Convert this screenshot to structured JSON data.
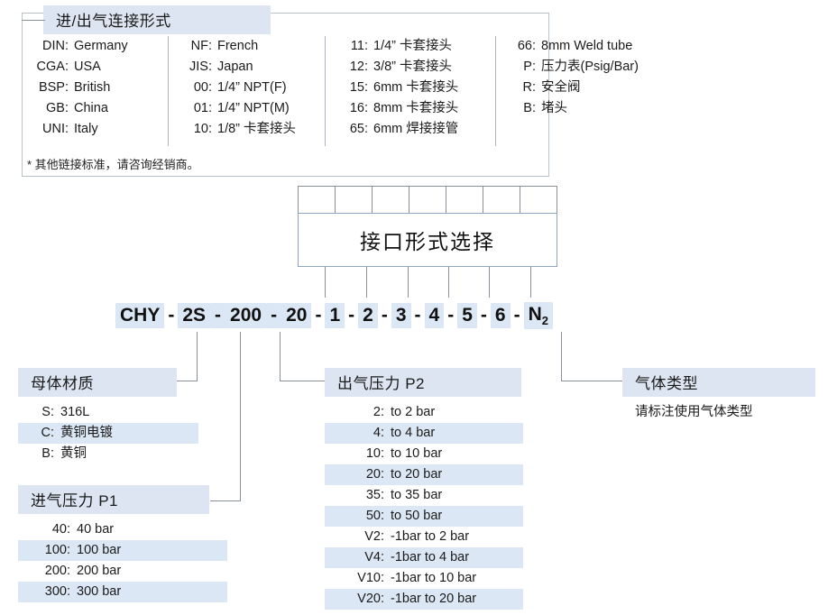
{
  "top_panel": {
    "title": "进/出气连接形式",
    "note": "* 其他链接标准，请咨询经销商。",
    "columns": [
      {
        "rows": [
          {
            "code": "DIN:",
            "desc": "Germany"
          },
          {
            "code": "CGA:",
            "desc": "USA"
          },
          {
            "code": "BSP:",
            "desc": "British"
          },
          {
            "code": "GB:",
            "desc": "China"
          },
          {
            "code": "UNI:",
            "desc": "Italy"
          }
        ]
      },
      {
        "rows": [
          {
            "code": "NF:",
            "desc": "French"
          },
          {
            "code": "JIS:",
            "desc": "Japan"
          },
          {
            "code": "00:",
            "desc": "1/4” NPT(F)"
          },
          {
            "code": "01:",
            "desc": "1/4” NPT(M)"
          },
          {
            "code": "10:",
            "desc": "1/8” 卡套接头"
          }
        ]
      },
      {
        "rows": [
          {
            "code": "11:",
            "desc": "1/4” 卡套接头"
          },
          {
            "code": "12:",
            "desc": "3/8” 卡套接头"
          },
          {
            "code": "15:",
            "desc": "6mm 卡套接头"
          },
          {
            "code": "16:",
            "desc": "8mm 卡套接头"
          },
          {
            "code": "65:",
            "desc": "6mm 焊接接管"
          }
        ]
      },
      {
        "rows": [
          {
            "code": "66:",
            "desc": "8mm Weld tube"
          },
          {
            "code": "P:",
            "desc": "压力表(Psig/Bar)"
          },
          {
            "code": "R:",
            "desc": "安全阀"
          },
          {
            "code": "B:",
            "desc": "堵头"
          }
        ]
      }
    ]
  },
  "center_box": {
    "label": "接口形式选择"
  },
  "model_code": {
    "segments": [
      {
        "text": "CHY",
        "highlight": true
      },
      {
        "text": "-",
        "highlight": false
      },
      {
        "text": "2S",
        "highlight": true
      },
      {
        "text": "-",
        "highlight": false
      },
      {
        "text": "200",
        "highlight": true
      },
      {
        "text": "-",
        "highlight": false
      },
      {
        "text": "20",
        "highlight": true
      },
      {
        "text": "-",
        "highlight": false
      },
      {
        "text": "1",
        "highlight": true
      },
      {
        "text": "-",
        "highlight": false
      },
      {
        "text": "2",
        "highlight": true
      },
      {
        "text": "-",
        "highlight": false
      },
      {
        "text": "3",
        "highlight": true
      },
      {
        "text": "-",
        "highlight": false
      },
      {
        "text": "4",
        "highlight": true
      },
      {
        "text": "-",
        "highlight": false
      },
      {
        "text": "5",
        "highlight": true
      },
      {
        "text": "-",
        "highlight": false
      },
      {
        "text": "6",
        "highlight": true
      },
      {
        "text": "-",
        "highlight": false
      },
      {
        "text": "N",
        "highlight": true,
        "sub": "2"
      }
    ]
  },
  "body_material": {
    "title": "母体材质",
    "items": [
      {
        "code": "S:",
        "desc": "316L"
      },
      {
        "code": "C:",
        "desc": "黄铜电镀"
      },
      {
        "code": "B:",
        "desc": "黄铜"
      }
    ]
  },
  "inlet_pressure": {
    "title": "进气压力 P1",
    "items": [
      {
        "code": "40:",
        "desc": "40 bar"
      },
      {
        "code": "100:",
        "desc": "100 bar"
      },
      {
        "code": "200:",
        "desc": "200 bar"
      },
      {
        "code": "300:",
        "desc": "300 bar"
      }
    ]
  },
  "outlet_pressure": {
    "title": "出气压力 P2",
    "items": [
      {
        "code": "2:",
        "desc": "to 2 bar"
      },
      {
        "code": "4:",
        "desc": "to 4 bar"
      },
      {
        "code": "10:",
        "desc": "to 10 bar"
      },
      {
        "code": "20:",
        "desc": "to 20 bar"
      },
      {
        "code": "35:",
        "desc": "to 35 bar"
      },
      {
        "code": "50:",
        "desc": "to 50 bar"
      },
      {
        "code": "V2:",
        "desc": "-1bar to 2 bar"
      },
      {
        "code": "V4:",
        "desc": "-1bar to 4 bar"
      },
      {
        "code": "V10:",
        "desc": "-1bar to 10 bar"
      },
      {
        "code": "V20:",
        "desc": "-1bar to 20 bar"
      }
    ]
  },
  "gas_type": {
    "title": "气体类型",
    "note": "请标注使用气体类型"
  },
  "colors": {
    "highlight": "#dce7f5",
    "header_bar": "#dce5f1",
    "line": "#8a9099",
    "box_border": "#8ea6bd",
    "panel_border": "#b9c2cd"
  }
}
